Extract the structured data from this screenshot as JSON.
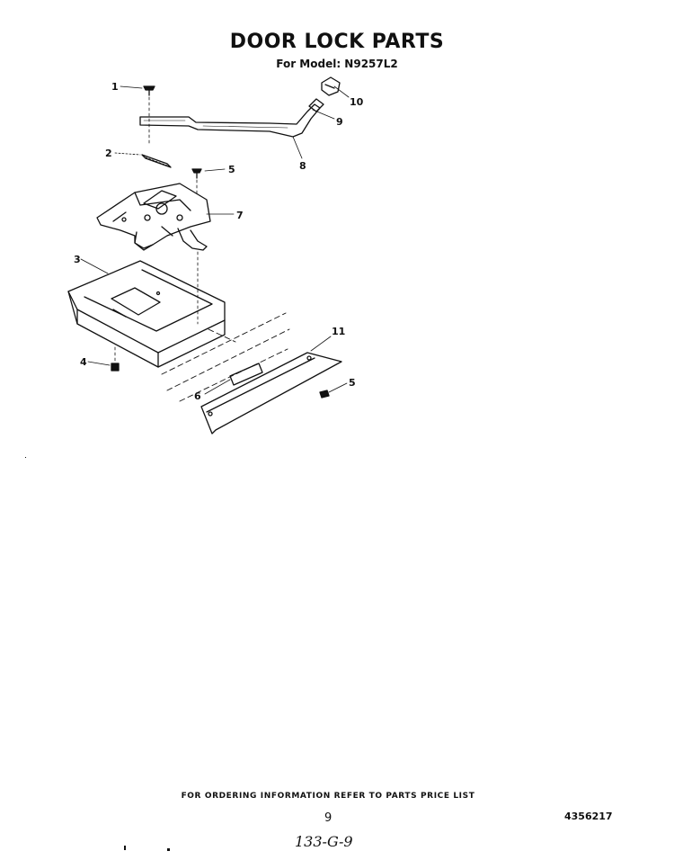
{
  "document": {
    "title": "DOOR LOCK PARTS",
    "subtitle": "For Model: N9257L2",
    "footer_note": "FOR ORDERING INFORMATION REFER TO PARTS PRICE LIST",
    "page_number": "9",
    "doc_number": "4356217",
    "handwritten_note": "133-G-9"
  },
  "callouts": [
    {
      "id": "c1",
      "label": "1"
    },
    {
      "id": "c2",
      "label": "2"
    },
    {
      "id": "c3",
      "label": "3"
    },
    {
      "id": "c4",
      "label": "4"
    },
    {
      "id": "c5a",
      "label": "5"
    },
    {
      "id": "c5b",
      "label": "5"
    },
    {
      "id": "c6",
      "label": "6"
    },
    {
      "id": "c7",
      "label": "7"
    },
    {
      "id": "c8",
      "label": "8"
    },
    {
      "id": "c9",
      "label": "9"
    },
    {
      "id": "c10",
      "label": "10"
    },
    {
      "id": "c11",
      "label": "11"
    }
  ]
}
